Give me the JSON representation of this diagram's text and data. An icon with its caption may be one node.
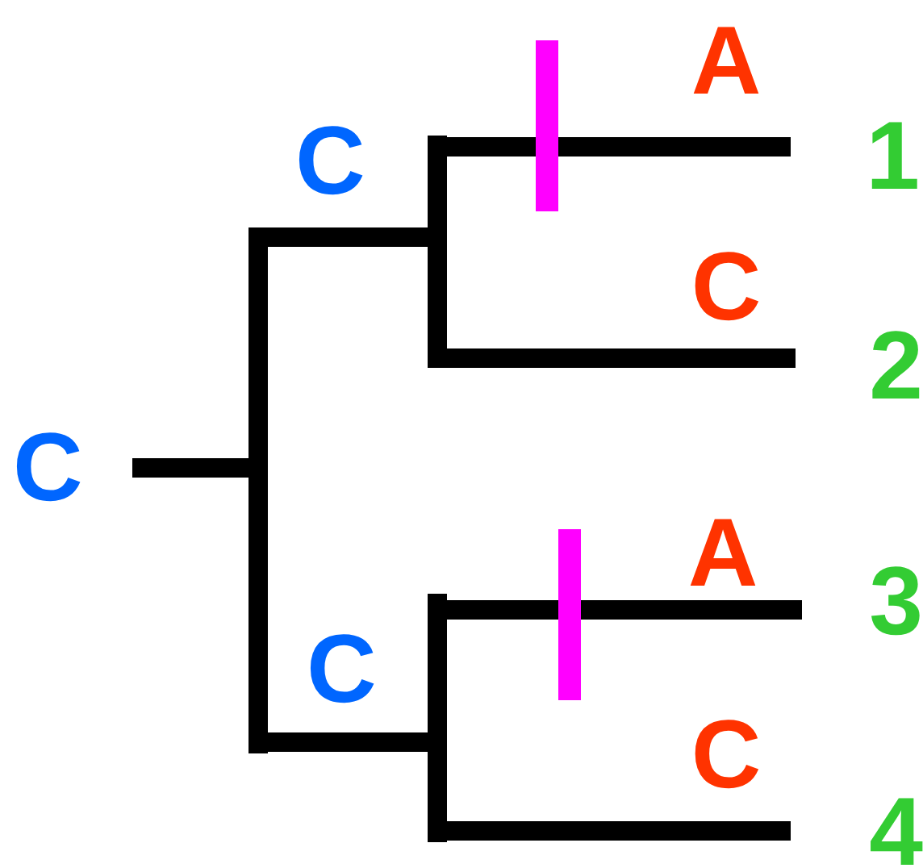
{
  "diagram": {
    "nodes": [
      {
        "text": [
          "C"
        ]
      },
      {
        "text": [],
        "shape": "bar"
      },
      {
        "text": [],
        "shape": "bar",
        "beside": [
          "C"
        ]
      },
      {
        "text": [],
        "shape": "bar",
        "beside": [
          "C"
        ]
      },
      {
        "text": [
          "1"
        ]
      },
      {
        "text": [
          "2"
        ]
      },
      {
        "text": [
          "3"
        ]
      },
      {
        "text": [
          "4"
        ]
      }
    ],
    "edges": [
      {
        "from": 0,
        "to": 1,
        "arrow": "none"
      },
      {
        "from": 1,
        "to": 2,
        "arrow": "none"
      },
      {
        "from": 1,
        "to": 3,
        "arrow": "none"
      },
      {
        "from": 2,
        "to": 4,
        "arrow": "none",
        "label": "A"
      },
      {
        "from": 2,
        "to": 5,
        "arrow": "none",
        "label": "C"
      },
      {
        "from": 3,
        "to": 6,
        "arrow": "none",
        "label": "A"
      },
      {
        "from": 3,
        "to": 7,
        "arrow": "none",
        "label": "C"
      }
    ]
  }
}
